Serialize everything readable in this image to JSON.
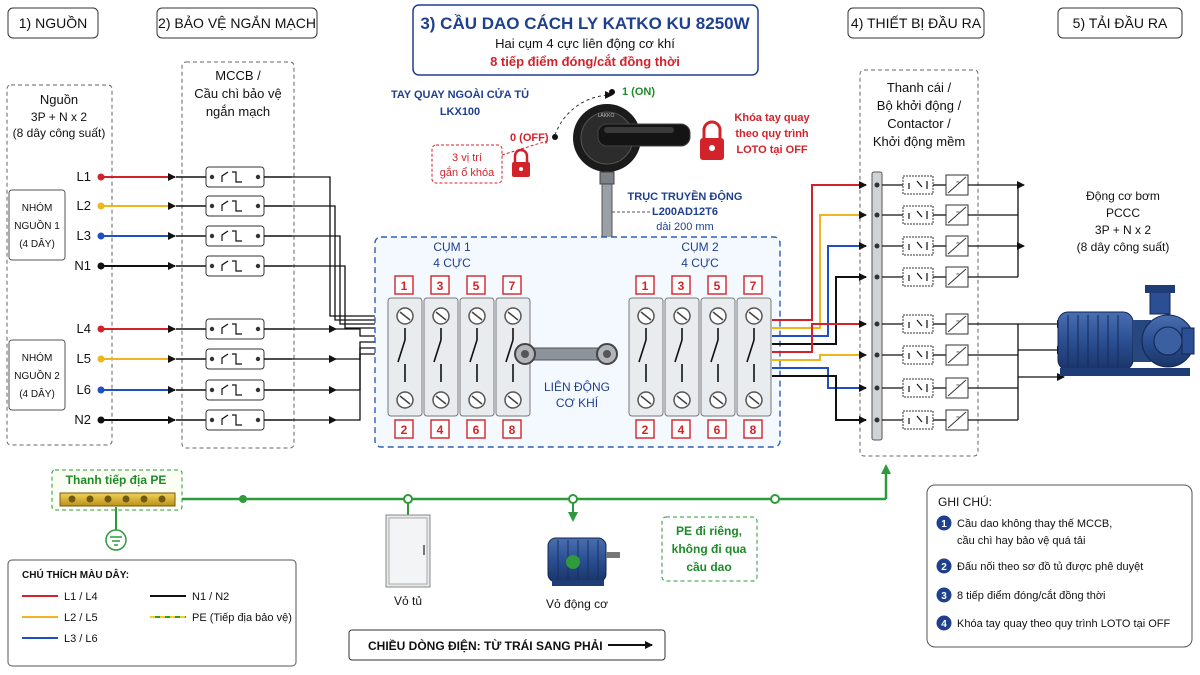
{
  "headers": {
    "source": "1) NGUỒN",
    "protection": "2) BẢO VỆ NGẮN MẠCH",
    "output_device": "4) THIẾT BỊ ĐẦU RA",
    "load": "5) TẢI ĐẦU RA"
  },
  "main_title": {
    "title": "3) CẦU DAO CÁCH LY KATKO KU 8250W",
    "subtitle": "Hai cụm 4 cực liên động cơ khí",
    "highlight": "8 tiếp điểm đóng/cắt đồng thời"
  },
  "source_panel": {
    "title": "Nguồn",
    "spec": "3P + N x 2",
    "note": "(8 dây công suất)",
    "group1": [
      "NHÓM",
      "NGUỒN 1",
      "(4 DÂY)"
    ],
    "group2": [
      "NHÓM",
      "NGUỒN 2",
      "(4 DÂY)"
    ],
    "lines": [
      "L1",
      "L2",
      "L3",
      "N1",
      "L4",
      "L5",
      "L6",
      "N2"
    ]
  },
  "mccb_panel": {
    "title_lines": [
      "MCCB /",
      "Cầu chì bảo vệ",
      "ngắn mạch"
    ]
  },
  "handle": {
    "label_lines": [
      "TAY QUAY NGOÀI CỬA TỦ",
      "LKX100"
    ],
    "on": "1 (ON)",
    "off": "0 (OFF)",
    "positions_lines": [
      "3 vị trí",
      "gắn ổ khóa"
    ],
    "lock_lines": [
      "Khóa tay quay",
      "theo quy trình",
      "LOTO tại OFF"
    ],
    "shaft_lines": [
      "TRỤC TRUYỀN ĐỘNG",
      "L200AD12T6",
      "dài 200 mm"
    ]
  },
  "switch": {
    "cluster1": [
      "CỤM 1",
      "4 CỰC"
    ],
    "cluster2": [
      "CỤM 2",
      "4 CỰC"
    ],
    "top_terminals": [
      "1",
      "3",
      "5",
      "7"
    ],
    "bottom_terminals": [
      "2",
      "4",
      "6",
      "8"
    ],
    "interlock": [
      "LIÊN ĐỘNG",
      "CƠ KHÍ"
    ]
  },
  "output_panel": {
    "title_lines": [
      "Thanh cái /",
      "Bộ khởi động /",
      "Contactor /",
      "Khởi động mềm"
    ]
  },
  "load_panel": {
    "title_lines": [
      "Động cơ bơm",
      "PCCC",
      "3P + N x 2",
      "(8 dây công suất)"
    ]
  },
  "earth": {
    "bar_label": "Thanh tiếp địa PE",
    "cabinet": "Vỏ tủ",
    "motor": "Vỏ động cơ",
    "pe_note": [
      "PE đi riêng,",
      "không đi qua",
      "cầu dao"
    ]
  },
  "legend": {
    "title": "CHÚ THÍCH MÀU DÂY:",
    "items": [
      {
        "label": "L1 / L4",
        "color": "#d3232a"
      },
      {
        "label": "L2 / L5",
        "color": "#f0b41c"
      },
      {
        "label": "L3 / L6",
        "color": "#1f4fc4"
      },
      {
        "label": "N1 / N2",
        "color": "#111111"
      },
      {
        "label": "PE  (Tiếp địa bảo vệ)",
        "color": "#2e9a3a"
      }
    ]
  },
  "flow": {
    "label": "CHIỀU DÒNG ĐIỆN:  TỪ TRÁI SANG PHẢI"
  },
  "notes": {
    "title": "GHI CHÚ:",
    "items": [
      {
        "num": "1",
        "lines": [
          "Cầu dao không thay thế MCCB,",
          "cầu chì hay bảo vệ quá tải"
        ]
      },
      {
        "num": "2",
        "lines": [
          "Đấu nối theo sơ đồ tủ được phê duyệt"
        ]
      },
      {
        "num": "3",
        "lines": [
          "8 tiếp điểm đóng/cắt đồng thời"
        ]
      },
      {
        "num": "4",
        "lines": [
          "Khóa tay quay theo quy trình LOTO tại OFF"
        ]
      }
    ]
  },
  "colors": {
    "red": "#d3232a",
    "yellow": "#f0b41c",
    "blue": "#1f4fc4",
    "black": "#111111",
    "green": "#2e9a3a",
    "navy": "#1f3f8f"
  }
}
